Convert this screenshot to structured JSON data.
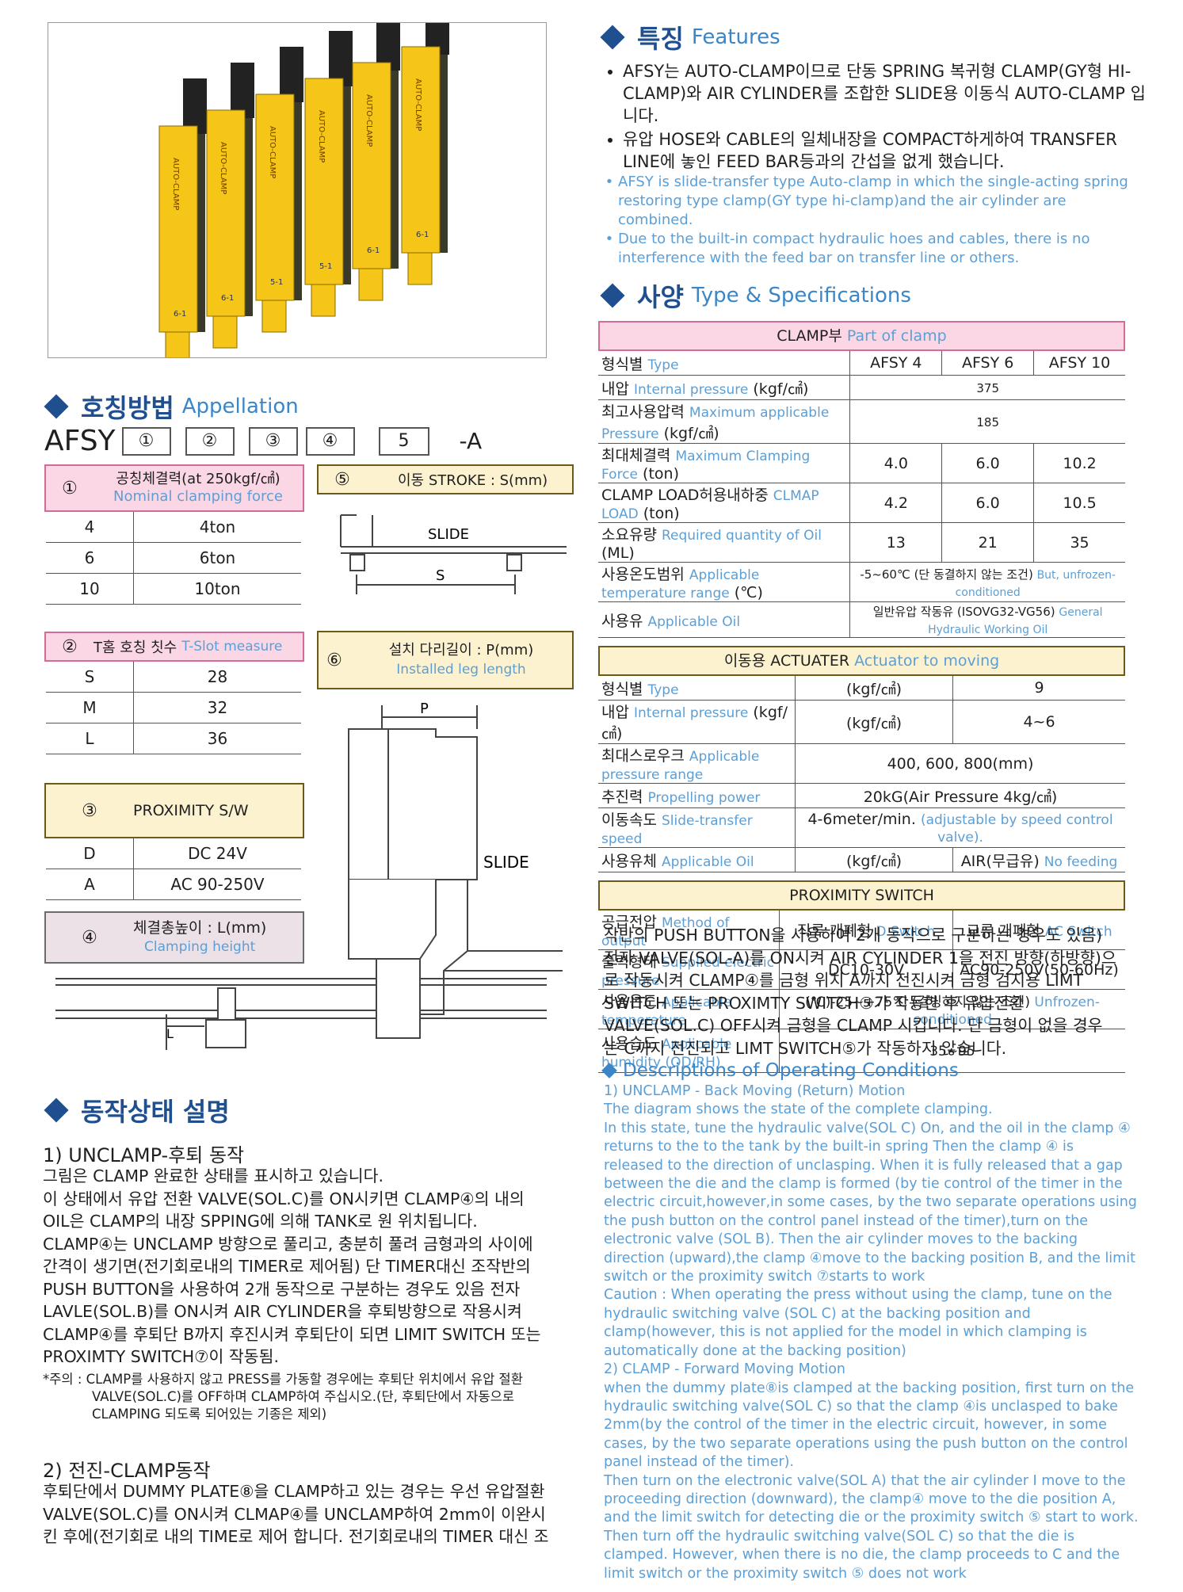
{
  "features": {
    "title_ko": "특징",
    "title_en": "Features",
    "bullets_ko": [
      "AFSY는 AUTO-CLAMP이므로 단동 SPRING 복귀형 CLAMP(GY형 HI-CLAMP)와 AIR CYLINDER를 조합한 SLIDE용 이동식 AUTO-CLAMP 입니다.",
      "유압 HOSE와 CABLE의 일체내장을 COMPACT하게하여 TRANSFER LINE에 놓인 FEED BAR등과의 간섭을 없게 했습니다."
    ],
    "bullets_en": [
      "AFSY is slide-transfer type Auto-clamp in which the single-acting spring restoring type clamp(GY type hi-clamp)and the air cylinder are combined.",
      "Due to the built-in compact hydraulic hoes and cables, there is no interference with the feed bar on transfer line or others."
    ]
  },
  "specs": {
    "title_ko": "사양",
    "title_en": "Type & Specifications",
    "clamp_header_ko": "CLAMP부",
    "clamp_header_en": "Part of clamp",
    "clamp_rows": [
      {
        "ko": "형식별",
        "en": "Type",
        "unit": "",
        "vals": [
          "AFSY 4",
          "AFSY 6",
          "AFSY 10"
        ]
      },
      {
        "ko": "내압",
        "en": "Internal pressure",
        "unit": "(kgf/㎠)",
        "vals": [
          "375"
        ]
      },
      {
        "ko": "최고사용압력",
        "en": "Maximum applicable Pressure",
        "unit": "(kgf/㎠)",
        "vals": [
          "185"
        ]
      },
      {
        "ko": "최대체결력",
        "en": "Maximum Clamping Force",
        "unit": "(ton)",
        "vals": [
          "4.0",
          "6.0",
          "10.2"
        ]
      },
      {
        "ko": "CLAMP LOAD허용내하중",
        "en": "CLMAP LOAD",
        "unit": "(ton)",
        "vals": [
          "4.2",
          "6.0",
          "10.5"
        ]
      },
      {
        "ko": "소요유량",
        "en": "Required quantity of Oil",
        "unit": "(ML)",
        "vals": [
          "13",
          "21",
          "35"
        ]
      },
      {
        "ko": "사용온도범위",
        "en": "Applicable temperature range",
        "unit": "(℃)",
        "vals": [
          "-5~60℃ (단 동결하지 않는 조건)"
        ],
        "vals_en": "But, unfrozen-conditioned"
      },
      {
        "ko": "사용유",
        "en": "Applicable Oil",
        "unit": "",
        "vals": [
          "일반유압 작동유 (ISOVG32-VG56)"
        ],
        "vals_en": "General Hydraulic Working Oil"
      }
    ],
    "act_header_ko": "이동용 ACTUATER",
    "act_header_en": "Actuator to moving",
    "act_rows": [
      {
        "ko": "형식별",
        "en": "Type",
        "unit": "",
        "mid": "(kgf/㎠)",
        "val": "9"
      },
      {
        "ko": "내압",
        "en": "Internal pressure",
        "unit": "(kgf/㎠)",
        "mid": "(kgf/㎠)",
        "val": "4~6"
      },
      {
        "ko": "최대스로우크",
        "en": "Applicable pressure range",
        "unit": "",
        "val_full": "400, 600, 800(mm)"
      },
      {
        "ko": "추진력",
        "en": "Propelling power",
        "unit": "",
        "val_full": "20kG(Air Pressure 4kg/㎠)"
      },
      {
        "ko": "이동속도",
        "en": "Slide-transfer speed",
        "unit": "",
        "val_full": "4-6meter/min.",
        "val_full_en": "(adjustable by speed control valve)."
      },
      {
        "ko": "사용유체",
        "en": "Applicable Oil",
        "unit": "",
        "mid": "(kgf/㎠)",
        "val": "AIR(무급유)",
        "val_en": "No feeding"
      }
    ],
    "prox_header": "PROXIMITY SWITCH",
    "prox_rows": [
      {
        "ko": "공급전압",
        "en": "Method of output",
        "a": "직류 개폐형",
        "a_en": "D Switch",
        "b": "교류 개폐형",
        "b_en": "AC Switch"
      },
      {
        "ko": "출력형태",
        "en": "Supplied electric pressure",
        "a": "DC10-30V",
        "b": "AC90-250V(50-60Hz)"
      },
      {
        "ko": "사용온도",
        "en": "Applicable temperature",
        "full": "(℃)-25~+75℃ (결빙하지 않는 조건)",
        "full_en": "Unfrozen-conditioned"
      },
      {
        "ko": "사용습도",
        "en": "Applicable humidity (OD/RH)",
        "full": "35~95"
      }
    ]
  },
  "appellation": {
    "title_ko": "호칭방법",
    "title_en": "Appellation",
    "prefix": "AFSY",
    "slots": [
      "①",
      "②",
      "③",
      "④",
      "5"
    ],
    "suffix": "-A",
    "t1": {
      "num": "①",
      "ko": "공칭체결력(at 250kgf/㎠)",
      "en": "Nominal clamping force",
      "rows": [
        [
          "4",
          "4ton"
        ],
        [
          "6",
          "6ton"
        ],
        [
          "10",
          "10ton"
        ]
      ]
    },
    "t2": {
      "num": "②",
      "ko": "T홈 호칭 칫수",
      "en": "T-Slot measure",
      "rows": [
        [
          "S",
          "28"
        ],
        [
          "M",
          "32"
        ],
        [
          "L",
          "36"
        ]
      ]
    },
    "t3": {
      "num": "③",
      "ko": "PROXIMITY S/W",
      "rows": [
        [
          "D",
          "DC 24V"
        ],
        [
          "A",
          "AC 90-250V"
        ]
      ]
    },
    "t4": {
      "num": "④",
      "ko": "체결총높이 : L(mm)",
      "en": "Clamping height"
    },
    "t5": {
      "num": "⑤",
      "ko": "이동 STROKE : S(mm)"
    },
    "t6": {
      "num": "⑥",
      "ko": "설치 다리길이 : P(mm)",
      "en": "Installed leg length"
    },
    "diagram_labels": {
      "slide": "SLIDE",
      "s": "S",
      "p": "P",
      "l": "L",
      "slide2": "SLIDE"
    }
  },
  "operation": {
    "title_ko": "동작상태 설명",
    "sec1_title": "1) UNCLAMP-후퇴 동작",
    "sec1_lines": [
      "그림은 CLAMP 완료한 상태를 표시하고 있습니다.",
      "이 상태에서 유압 전환 VALVE(SOL.C)를 ON시키면 CLAMP④의 내의",
      "OIL은 CLAMP의 내장 SPPING에 의해 TANK로 원 위치됩니다.",
      "CLAMP④는 UNCLAMP 방향으로 풀리고, 충분히 풀려 금형과의 사이에",
      "간격이 생기면(전기회로내의 TIMER로 제어됨) 단 TIMER대신 조작반의",
      "PUSH BUTTON을 사용하여 2개 동작으로 구분하는 경우도 있음 전자",
      "LAVLE(SOL.B)를 ON시켜 AIR CYLINDER을 후퇴방향으로 작용시켜",
      "CLAMP④를 후퇴단 B까지 후진시켜 후퇴단이 되면 LIMIT SWITCH 또는",
      "PROXIMTY SWITCH⑦이 작동됨."
    ],
    "note_lines": [
      "*주의 : CLAMP를 사용하지 않고 PRESS를 가동할 경우에는 후퇴단 위치에서 유압 절환",
      "VALVE(SOL.C)를 OFF하며 CLAMP하여 주십시오.(단, 후퇴단에서 자동으로",
      "CLAMPING 되도록 되어있는 기종은 제외)"
    ],
    "sec2_title": "2) 전진-CLAMP동작",
    "sec2_lines": [
      "후퇴단에서 DUMMY PLATE⑧을 CLAMP하고 있는 경우는 우선 유압절환",
      "VALVE(SOL.C)를 ON시켜 CLMAP④를 UNCLAMP하여 2mm이 이완시",
      "킨 후에(전기회로 내의 TIME로 제어 합니다. 전기회로내의 TIMER 대신 조"
    ],
    "right_ko_lines": [
      "작반의 PUSH BUTTON을 사용하여 2개 동작으로 구분하는 경우도 있음)",
      "전자 VALVE(SOL-A)를 ON시켜 AIR CYLINDER 1을 전진 방향(하방향)으",
      "로 작동시켜 CLAMP④를 금형 위치 A까지 전진시켜 금형 검지용 LIMT",
      "SWITCH 또는 PROXIMTY SWITCH⑤가 작동한 후 유압전환",
      "VALVE(SOL.C) OFF시켜 금형을 CLAMP 시킵니다. 단 금형이 없을 경우",
      "는 C까지 전진되고 LIMT SWITCH⑤가 작동하지 않습니다."
    ],
    "desc_title": "Descriptions of Operating Conditions",
    "desc_lines": [
      "1) UNCLAMP - Back Moving (Return) Motion",
      "The diagram shows the state of the complete clamping.",
      "In this state, tune the hydraulic valve(SOL C) On, and the oil in the clamp ④",
      "returns to the to the tank by the built-in spring Then the clamp ④ is",
      "released to the direction of unclasping. When it is fully released that a gap",
      "between the die and the clamp is formed (by tie control of the timer in the",
      "electric circuit,however,in some cases, by the two separate operations using",
      "the push button on the control panel instead of the timer),turn on the",
      "electronic valve (SOL B). Then the air cylinder moves to the backing",
      "direction (upward),the clamp ④move to the backing position B, and the limit",
      "switch or the proximity switch ⑦starts to work",
      "Caution : When operating the press without using the clamp, tune on the",
      "hydraulic switching valve (SOL C) at the backing position and",
      "clamp(however, this is not applied for the model in which clamping is",
      "automatically done at the backing position)",
      "2) CLAMP - Forward Moving Motion",
      "when the dummy plate⑧is clamped at the backing position, first turn on the",
      "hydraulic switching valve(SOL C) so that the clamp ④is unclasped to bake",
      "2mm(by the control of the timer in the electric circuit, however, in some",
      "cases, by the two separate operations using the push button on the control",
      "panel instead of the timer).",
      "Then turn on the electronic valve(SOL A) that the air cylinder I move to the",
      "proceeding direction (downward), the clamp④ move to the die position A,",
      "and the limit switch for detecting die or the proximity switch ⑤ start to work.",
      "Then turn off the hydraulic switching valve(SOL C) so that the die is",
      "clamped. However, when there is no die, the clamp proceeds to C and the",
      "limit switch or the proximity switch ⑤ does not work"
    ]
  },
  "photo": {
    "product_label": "AUTO-CLAMP",
    "sizes": [
      "6-1",
      "6-1",
      "5-1",
      "5-1",
      "6-1",
      "6-1"
    ]
  }
}
